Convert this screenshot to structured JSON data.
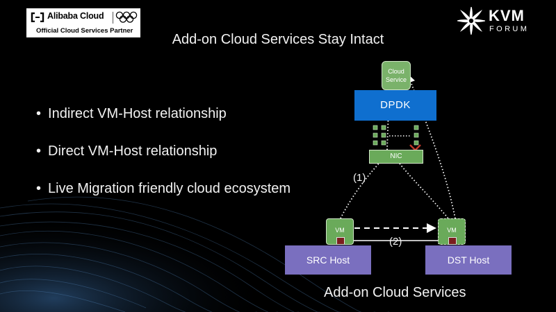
{
  "logos": {
    "alibaba_brand": "Alibaba Cloud",
    "alibaba_partner": "Official Cloud Services Partner",
    "kvm_title": "KVM",
    "kvm_subtitle": "FORUM"
  },
  "slide": {
    "title": "Add-on Cloud Services Stay Intact",
    "bullets": [
      "Indirect VM-Host relationship",
      "Direct VM-Host relationship",
      "Live Migration friendly cloud ecosystem"
    ]
  },
  "diagram": {
    "cloud_service": "Cloud Service",
    "dpdk": "DPDK",
    "nic": "NIC",
    "src_host": "SRC Host",
    "dst_host": "DST Host",
    "src_vm": "VM",
    "dst_vm": "VM",
    "label_1": "(1)",
    "label_2": "(2)",
    "caption": "Add-on Cloud Services"
  },
  "colors": {
    "background": "#000000",
    "dpdk": "#0f6fcf",
    "green": "#6aaa5a",
    "host": "#7a6fbf",
    "port": "#7a1e1e",
    "cross": "#c0392b"
  }
}
